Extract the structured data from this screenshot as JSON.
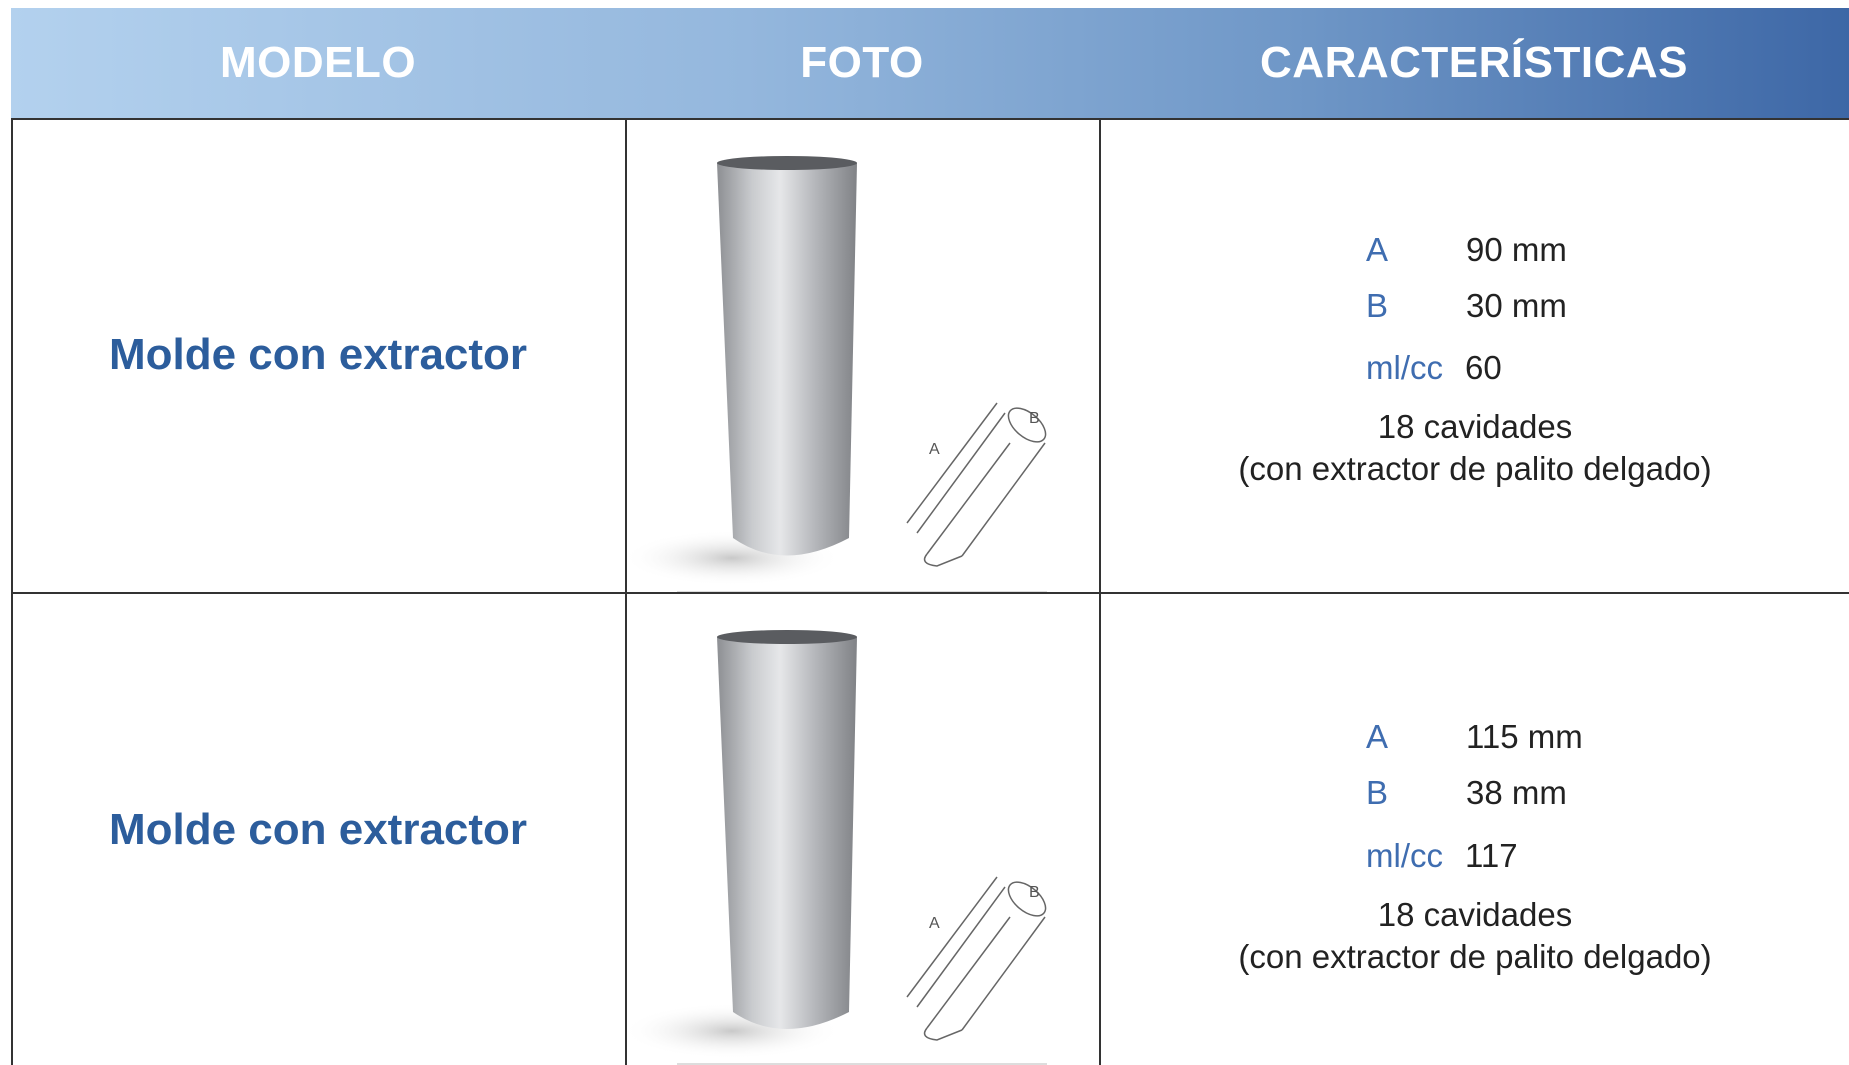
{
  "header": {
    "col_modelo": "MODELO",
    "col_foto": "FOTO",
    "col_caracteristicas": "CARACTERÍSTICAS"
  },
  "colors": {
    "header_gradient_start": "#b3d1ee",
    "header_gradient_end": "#3d67a6",
    "accent_blue": "#2c5d9c",
    "spec_key_blue": "#3f6db0"
  },
  "rows": [
    {
      "model": "Molde con extractor",
      "photo_icon": "cylinder-mold-icon",
      "diagram_labels": {
        "a": "A",
        "b": "B"
      },
      "specs": [
        {
          "key": "A",
          "value": "90 mm"
        },
        {
          "key": "B",
          "value": "30 mm"
        },
        {
          "key": "ml/cc",
          "value": "60"
        }
      ],
      "cavities": "18 cavidades",
      "extractor_note": "(con extractor de palito delgado)"
    },
    {
      "model": "Molde con extractor",
      "photo_icon": "cylinder-mold-icon",
      "diagram_labels": {
        "a": "A",
        "b": "B"
      },
      "specs": [
        {
          "key": "A",
          "value": "115 mm"
        },
        {
          "key": "B",
          "value": "38 mm"
        },
        {
          "key": "ml/cc",
          "value": "117"
        }
      ],
      "cavities": "18 cavidades",
      "extractor_note": "(con extractor de palito delgado)"
    }
  ]
}
